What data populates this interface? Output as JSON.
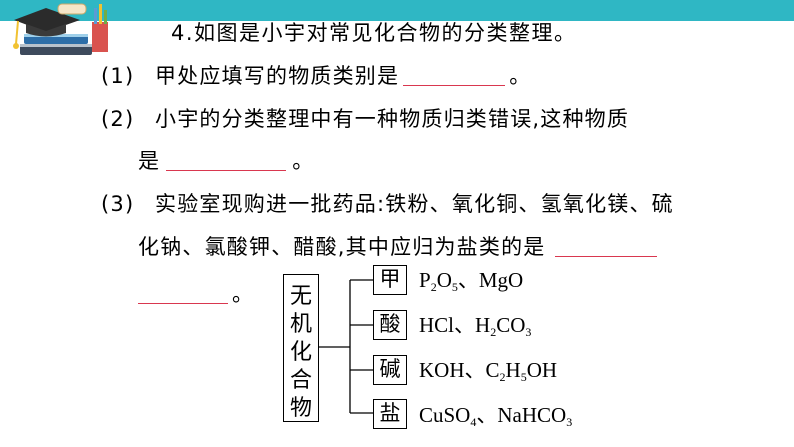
{
  "question": {
    "title": "4.如图是小宇对常见化合物的分类整理。",
    "q1": {
      "num": "(1)",
      "text": "甲处应填写的物质类别是",
      "end": "。"
    },
    "q2": {
      "num": "(2)",
      "text": "小宇的分类整理中有一种物质归类错误,这种物质",
      "line2": "是",
      "end": "。"
    },
    "q3": {
      "num": "(3)",
      "text": "实验室现购进一批药品:铁粉、氧化铜、氢氧化镁、硫",
      "line2": "化钠、氯酸钾、醋酸,其中应归为盐类的是",
      "end": "。"
    }
  },
  "diagram": {
    "root": [
      "无",
      "机",
      "化",
      "合",
      "物"
    ],
    "categories": [
      {
        "label": "甲",
        "items": [
          {
            "t": "P"
          },
          {
            "sub": "2"
          },
          {
            "t": "O"
          },
          {
            "sub": "5"
          },
          {
            "t": "、MgO"
          }
        ]
      },
      {
        "label": "酸",
        "items": [
          {
            "t": "HCl、H"
          },
          {
            "sub": "2"
          },
          {
            "t": "CO"
          },
          {
            "sub": "3"
          }
        ]
      },
      {
        "label": "碱",
        "items": [
          {
            "t": "KOH、C"
          },
          {
            "sub": "2"
          },
          {
            "t": "H"
          },
          {
            "sub": "5"
          },
          {
            "t": "OH"
          }
        ]
      },
      {
        "label": "盐",
        "items": [
          {
            "t": "CuSO"
          },
          {
            "sub": "4"
          },
          {
            "t": "、NaHCO"
          },
          {
            "sub": "3"
          }
        ]
      }
    ]
  },
  "colors": {
    "topbar": "#2fb7c4",
    "blank_line": "#d9374f"
  }
}
